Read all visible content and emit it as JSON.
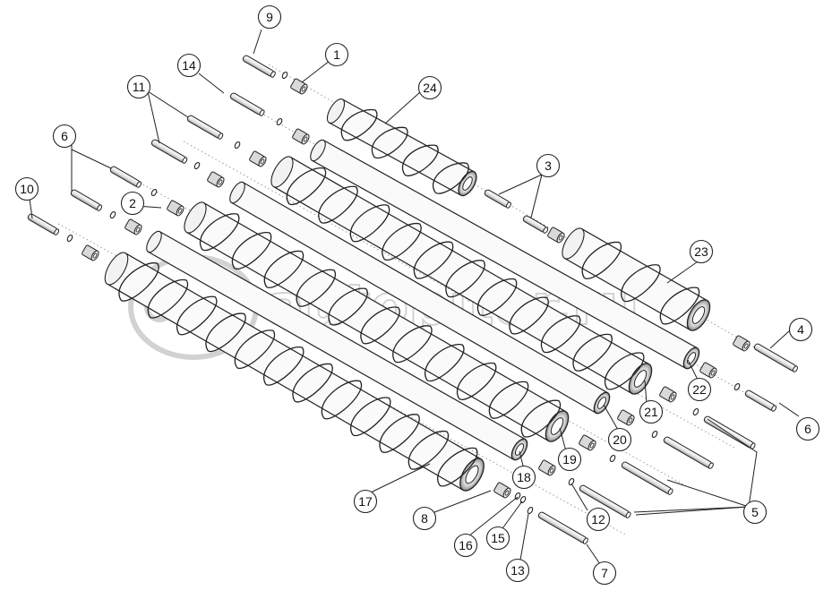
{
  "watermark": {
    "text": "autopiter.ru"
  },
  "callouts": [
    {
      "id": "c1",
      "label": "1"
    },
    {
      "id": "c2",
      "label": "2"
    },
    {
      "id": "c3",
      "label": "3"
    },
    {
      "id": "c4",
      "label": "4"
    },
    {
      "id": "c5",
      "label": "5"
    },
    {
      "id": "c6a",
      "label": "6"
    },
    {
      "id": "c6b",
      "label": "6"
    },
    {
      "id": "c7",
      "label": "7"
    },
    {
      "id": "c8",
      "label": "8"
    },
    {
      "id": "c9",
      "label": "9"
    },
    {
      "id": "c10",
      "label": "10"
    },
    {
      "id": "c11",
      "label": "11"
    },
    {
      "id": "c12",
      "label": "12"
    },
    {
      "id": "c13",
      "label": "13"
    },
    {
      "id": "c14",
      "label": "14"
    },
    {
      "id": "c15",
      "label": "15"
    },
    {
      "id": "c16",
      "label": "16"
    },
    {
      "id": "c17",
      "label": "17"
    },
    {
      "id": "c18",
      "label": "18"
    },
    {
      "id": "c19",
      "label": "19"
    },
    {
      "id": "c20",
      "label": "20"
    },
    {
      "id": "c21",
      "label": "21"
    },
    {
      "id": "c22",
      "label": "22"
    },
    {
      "id": "c23",
      "label": "23"
    },
    {
      "id": "c24",
      "label": "24"
    }
  ]
}
